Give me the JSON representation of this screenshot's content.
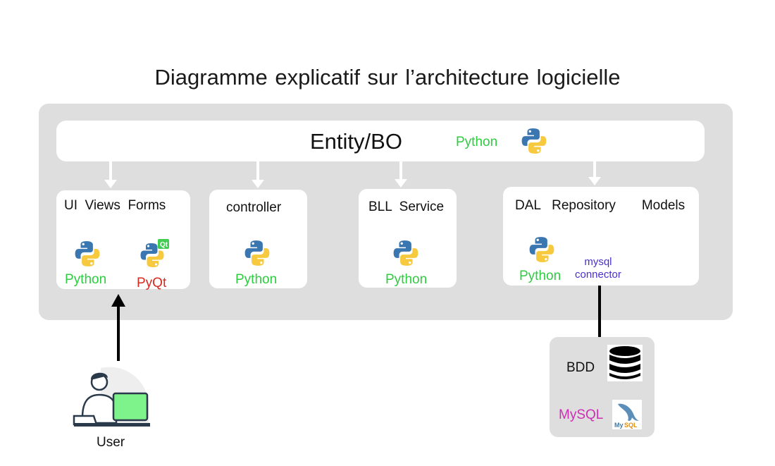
{
  "title": "Diagramme  explicatif sur l’architecture logicielle",
  "entity": {
    "label": "Entity/BO",
    "tech": "Python"
  },
  "layers": [
    {
      "label": "UI  Views  Forms",
      "tech": "Python",
      "tech2": "PyQt"
    },
    {
      "label": "controller",
      "tech": "Python"
    },
    {
      "label": "BLL  Service",
      "tech": "Python"
    },
    {
      "label": "DAL   Repository       Models",
      "tech": "Python",
      "tech2_line1": "mysql",
      "tech2_line2": "connector"
    }
  ],
  "database": {
    "label": "BDD",
    "engine": "MySQL"
  },
  "user": {
    "label": "User"
  },
  "colors": {
    "panel": "#dedede",
    "python_text": "#2ecc40",
    "pyqt_text": "#d42a1f",
    "mysql_text": "#cc2fb4",
    "connector_text": "#4a2fcc",
    "python_blue": "#3a76b0",
    "python_yellow": "#f7c93e"
  },
  "icons": [
    "python-logo-icon",
    "pyqt-logo-icon",
    "database-icon",
    "mysql-dolphin-icon",
    "user-laptop-icon"
  ]
}
